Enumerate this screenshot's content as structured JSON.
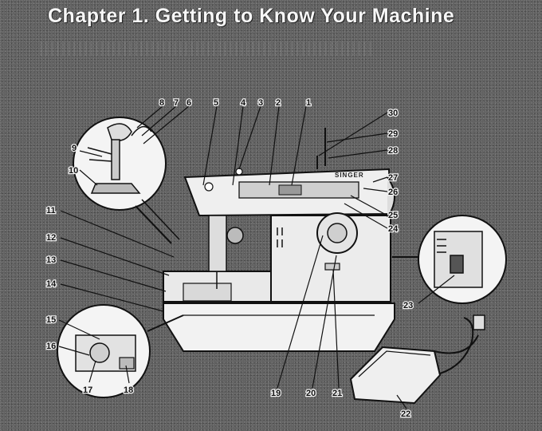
{
  "title": "Chapter 1. Getting to Know Your Machine",
  "brand": "SINGER",
  "callouts": {
    "c1": "1",
    "c2": "2",
    "c3": "3",
    "c4": "4",
    "c5": "5",
    "c6": "6",
    "c7": "7",
    "c8": "8",
    "c9": "9",
    "c10": "10",
    "c11": "11",
    "c12": "12",
    "c13": "13",
    "c14": "14",
    "c15": "15",
    "c16": "16",
    "c17": "17",
    "c18": "18",
    "c19": "19",
    "c20": "20",
    "c21": "21",
    "c22": "22",
    "c23": "23",
    "c24": "24",
    "c25": "25",
    "c26": "26",
    "c27": "27",
    "c28": "28",
    "c29": "29",
    "c30": "30"
  }
}
